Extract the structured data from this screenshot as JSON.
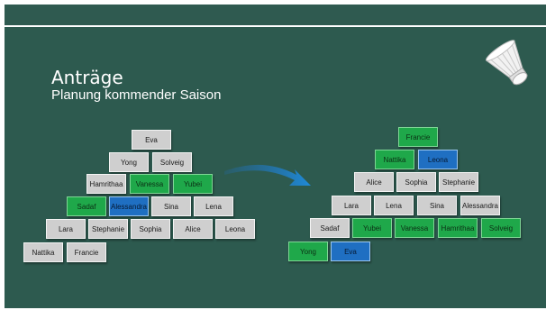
{
  "slide": {
    "title": "Anträge",
    "subtitle": "Planung kommender Saison"
  },
  "colors": {
    "background": "#2d5a4f",
    "tile_gray": "#cfcfcf",
    "tile_green": "#1fa84a",
    "tile_blue": "#1f6fc2",
    "arrow": "#1f6fc2"
  },
  "icons": {
    "shuttlecock": "shuttlecock-icon",
    "arrow": "curved-arrow-icon"
  },
  "left_pyramid": {
    "row1": [
      {
        "name": "Eva",
        "color": "gray"
      }
    ],
    "row2": [
      {
        "name": "Yong",
        "color": "gray"
      },
      {
        "name": "Solveig",
        "color": "gray"
      }
    ],
    "row3": [
      {
        "name": "Hamrithaa",
        "color": "gray"
      },
      {
        "name": "Vanessa",
        "color": "green"
      },
      {
        "name": "Yubei",
        "color": "green"
      }
    ],
    "row4": [
      {
        "name": "Sadaf",
        "color": "green"
      },
      {
        "name": "Alessandra",
        "color": "blue"
      },
      {
        "name": "Sina",
        "color": "gray"
      },
      {
        "name": "Lena",
        "color": "gray"
      }
    ],
    "row5": [
      {
        "name": "Lara",
        "color": "gray"
      },
      {
        "name": "Stephanie",
        "color": "gray"
      },
      {
        "name": "Sophia",
        "color": "gray"
      },
      {
        "name": "Alice",
        "color": "gray"
      },
      {
        "name": "Leona",
        "color": "gray"
      }
    ],
    "row6": [
      {
        "name": "Nattika",
        "color": "gray"
      },
      {
        "name": "Francie",
        "color": "gray"
      }
    ]
  },
  "right_pyramid": {
    "row1": [
      {
        "name": "Francie",
        "color": "green"
      }
    ],
    "row2": [
      {
        "name": "Nattika",
        "color": "green"
      },
      {
        "name": "Leona",
        "color": "blue"
      }
    ],
    "row3": [
      {
        "name": "Alice",
        "color": "gray"
      },
      {
        "name": "Sophia",
        "color": "gray"
      },
      {
        "name": "Stephanie",
        "color": "gray"
      }
    ],
    "row4": [
      {
        "name": "Lara",
        "color": "gray"
      },
      {
        "name": "Lena",
        "color": "gray"
      },
      {
        "name": "Sina",
        "color": "gray"
      },
      {
        "name": "Alessandra",
        "color": "gray"
      }
    ],
    "row5": [
      {
        "name": "Sadaf",
        "color": "gray"
      },
      {
        "name": "Yubei",
        "color": "green"
      },
      {
        "name": "Vanessa",
        "color": "green"
      },
      {
        "name": "Hamrithaa",
        "color": "green"
      },
      {
        "name": "Solveig",
        "color": "green"
      }
    ],
    "row6": [
      {
        "name": "Yong",
        "color": "green"
      },
      {
        "name": "Eva",
        "color": "blue"
      }
    ]
  }
}
